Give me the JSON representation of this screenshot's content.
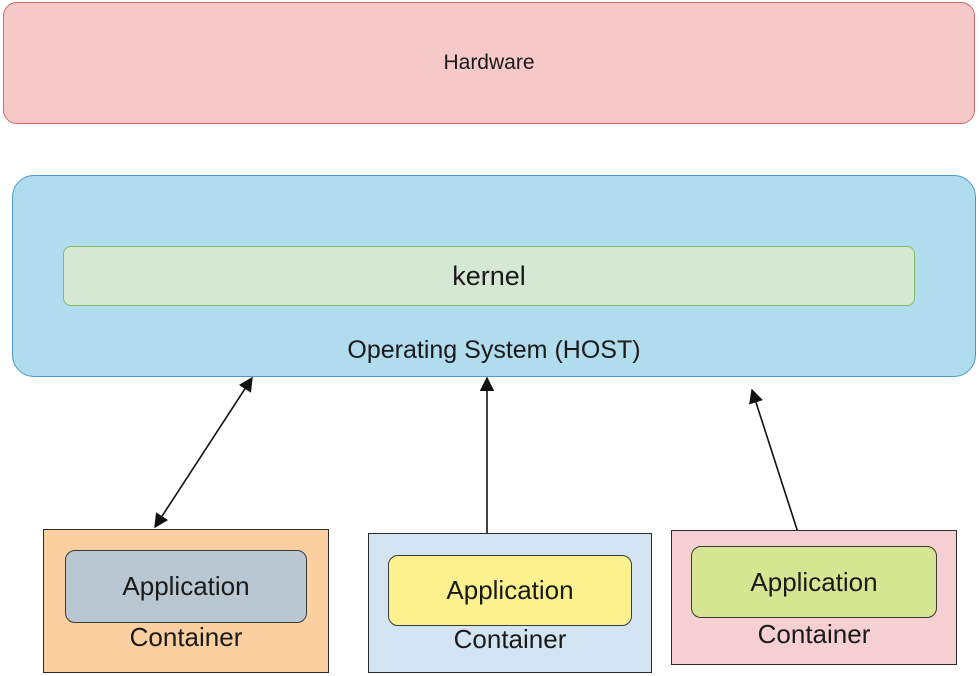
{
  "hardware": {
    "label": "Hardware"
  },
  "os": {
    "label": "Operating System (HOST)",
    "kernel_label": "kernel"
  },
  "containers": [
    {
      "app_label": "Application",
      "container_label": "Container"
    },
    {
      "app_label": "Application",
      "container_label": "Container"
    },
    {
      "app_label": "Application",
      "container_label": "Container"
    }
  ],
  "colors": {
    "hardware_fill": "#f5c9c8",
    "os_fill": "#b0dcee",
    "kernel_fill": "#d5e8d4",
    "container1_fill": "#fbcf9f",
    "container2_fill": "#d3e5f3",
    "container3_fill": "#f6cfd2",
    "app1_fill": "#b9c7d2",
    "app2_fill": "#fbf18e",
    "app3_fill": "#d6e592"
  }
}
